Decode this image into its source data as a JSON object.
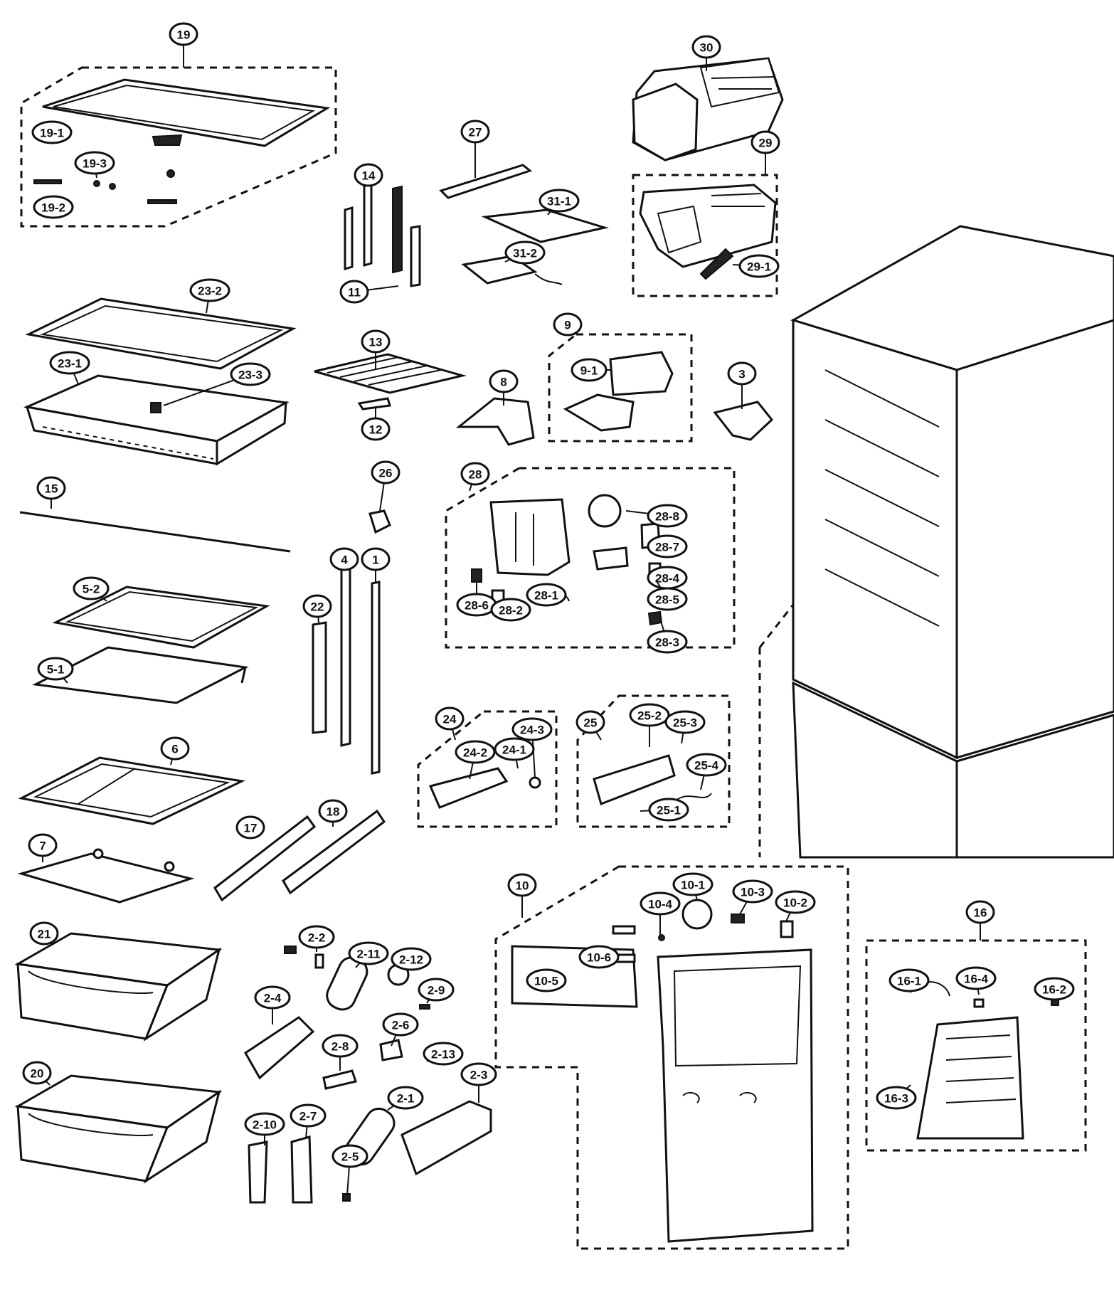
{
  "callouts": [
    {
      "label": "19"
    },
    {
      "label": "19-1"
    },
    {
      "label": "19-3"
    },
    {
      "label": "19-2"
    },
    {
      "label": "30"
    },
    {
      "label": "27"
    },
    {
      "label": "29"
    },
    {
      "label": "14"
    },
    {
      "label": "31-1"
    },
    {
      "label": "31-2"
    },
    {
      "label": "29-1"
    },
    {
      "label": "11"
    },
    {
      "label": "23-2"
    },
    {
      "label": "23-1"
    },
    {
      "label": "23-3"
    },
    {
      "label": "13"
    },
    {
      "label": "9"
    },
    {
      "label": "9-1"
    },
    {
      "label": "8"
    },
    {
      "label": "3"
    },
    {
      "label": "12"
    },
    {
      "label": "26"
    },
    {
      "label": "28"
    },
    {
      "label": "15"
    },
    {
      "label": "28-8"
    },
    {
      "label": "28-7"
    },
    {
      "label": "4"
    },
    {
      "label": "1"
    },
    {
      "label": "28-4"
    },
    {
      "label": "28-5"
    },
    {
      "label": "5-2"
    },
    {
      "label": "22"
    },
    {
      "label": "28-6"
    },
    {
      "label": "28-1"
    },
    {
      "label": "28-2"
    },
    {
      "label": "28-3"
    },
    {
      "label": "5-1"
    },
    {
      "label": "24"
    },
    {
      "label": "24-3"
    },
    {
      "label": "25"
    },
    {
      "label": "25-2"
    },
    {
      "label": "25-3"
    },
    {
      "label": "24-1"
    },
    {
      "label": "24-2"
    },
    {
      "label": "25-4"
    },
    {
      "label": "6"
    },
    {
      "label": "25-1"
    },
    {
      "label": "17"
    },
    {
      "label": "18"
    },
    {
      "label": "7"
    },
    {
      "label": "10"
    },
    {
      "label": "10-1"
    },
    {
      "label": "10-3"
    },
    {
      "label": "10-4"
    },
    {
      "label": "10-2"
    },
    {
      "label": "16"
    },
    {
      "label": "21"
    },
    {
      "label": "2-2"
    },
    {
      "label": "2-11"
    },
    {
      "label": "2-12"
    },
    {
      "label": "10-5"
    },
    {
      "label": "10-6"
    },
    {
      "label": "16-1"
    },
    {
      "label": "16-4"
    },
    {
      "label": "16-2"
    },
    {
      "label": "2-4"
    },
    {
      "label": "2-9"
    },
    {
      "label": "2-6"
    },
    {
      "label": "2-13"
    },
    {
      "label": "2-8"
    },
    {
      "label": "16-3"
    },
    {
      "label": "20"
    },
    {
      "label": "2-3"
    },
    {
      "label": "2-1"
    },
    {
      "label": "2-10"
    },
    {
      "label": "2-7"
    },
    {
      "label": "2-5"
    }
  ]
}
